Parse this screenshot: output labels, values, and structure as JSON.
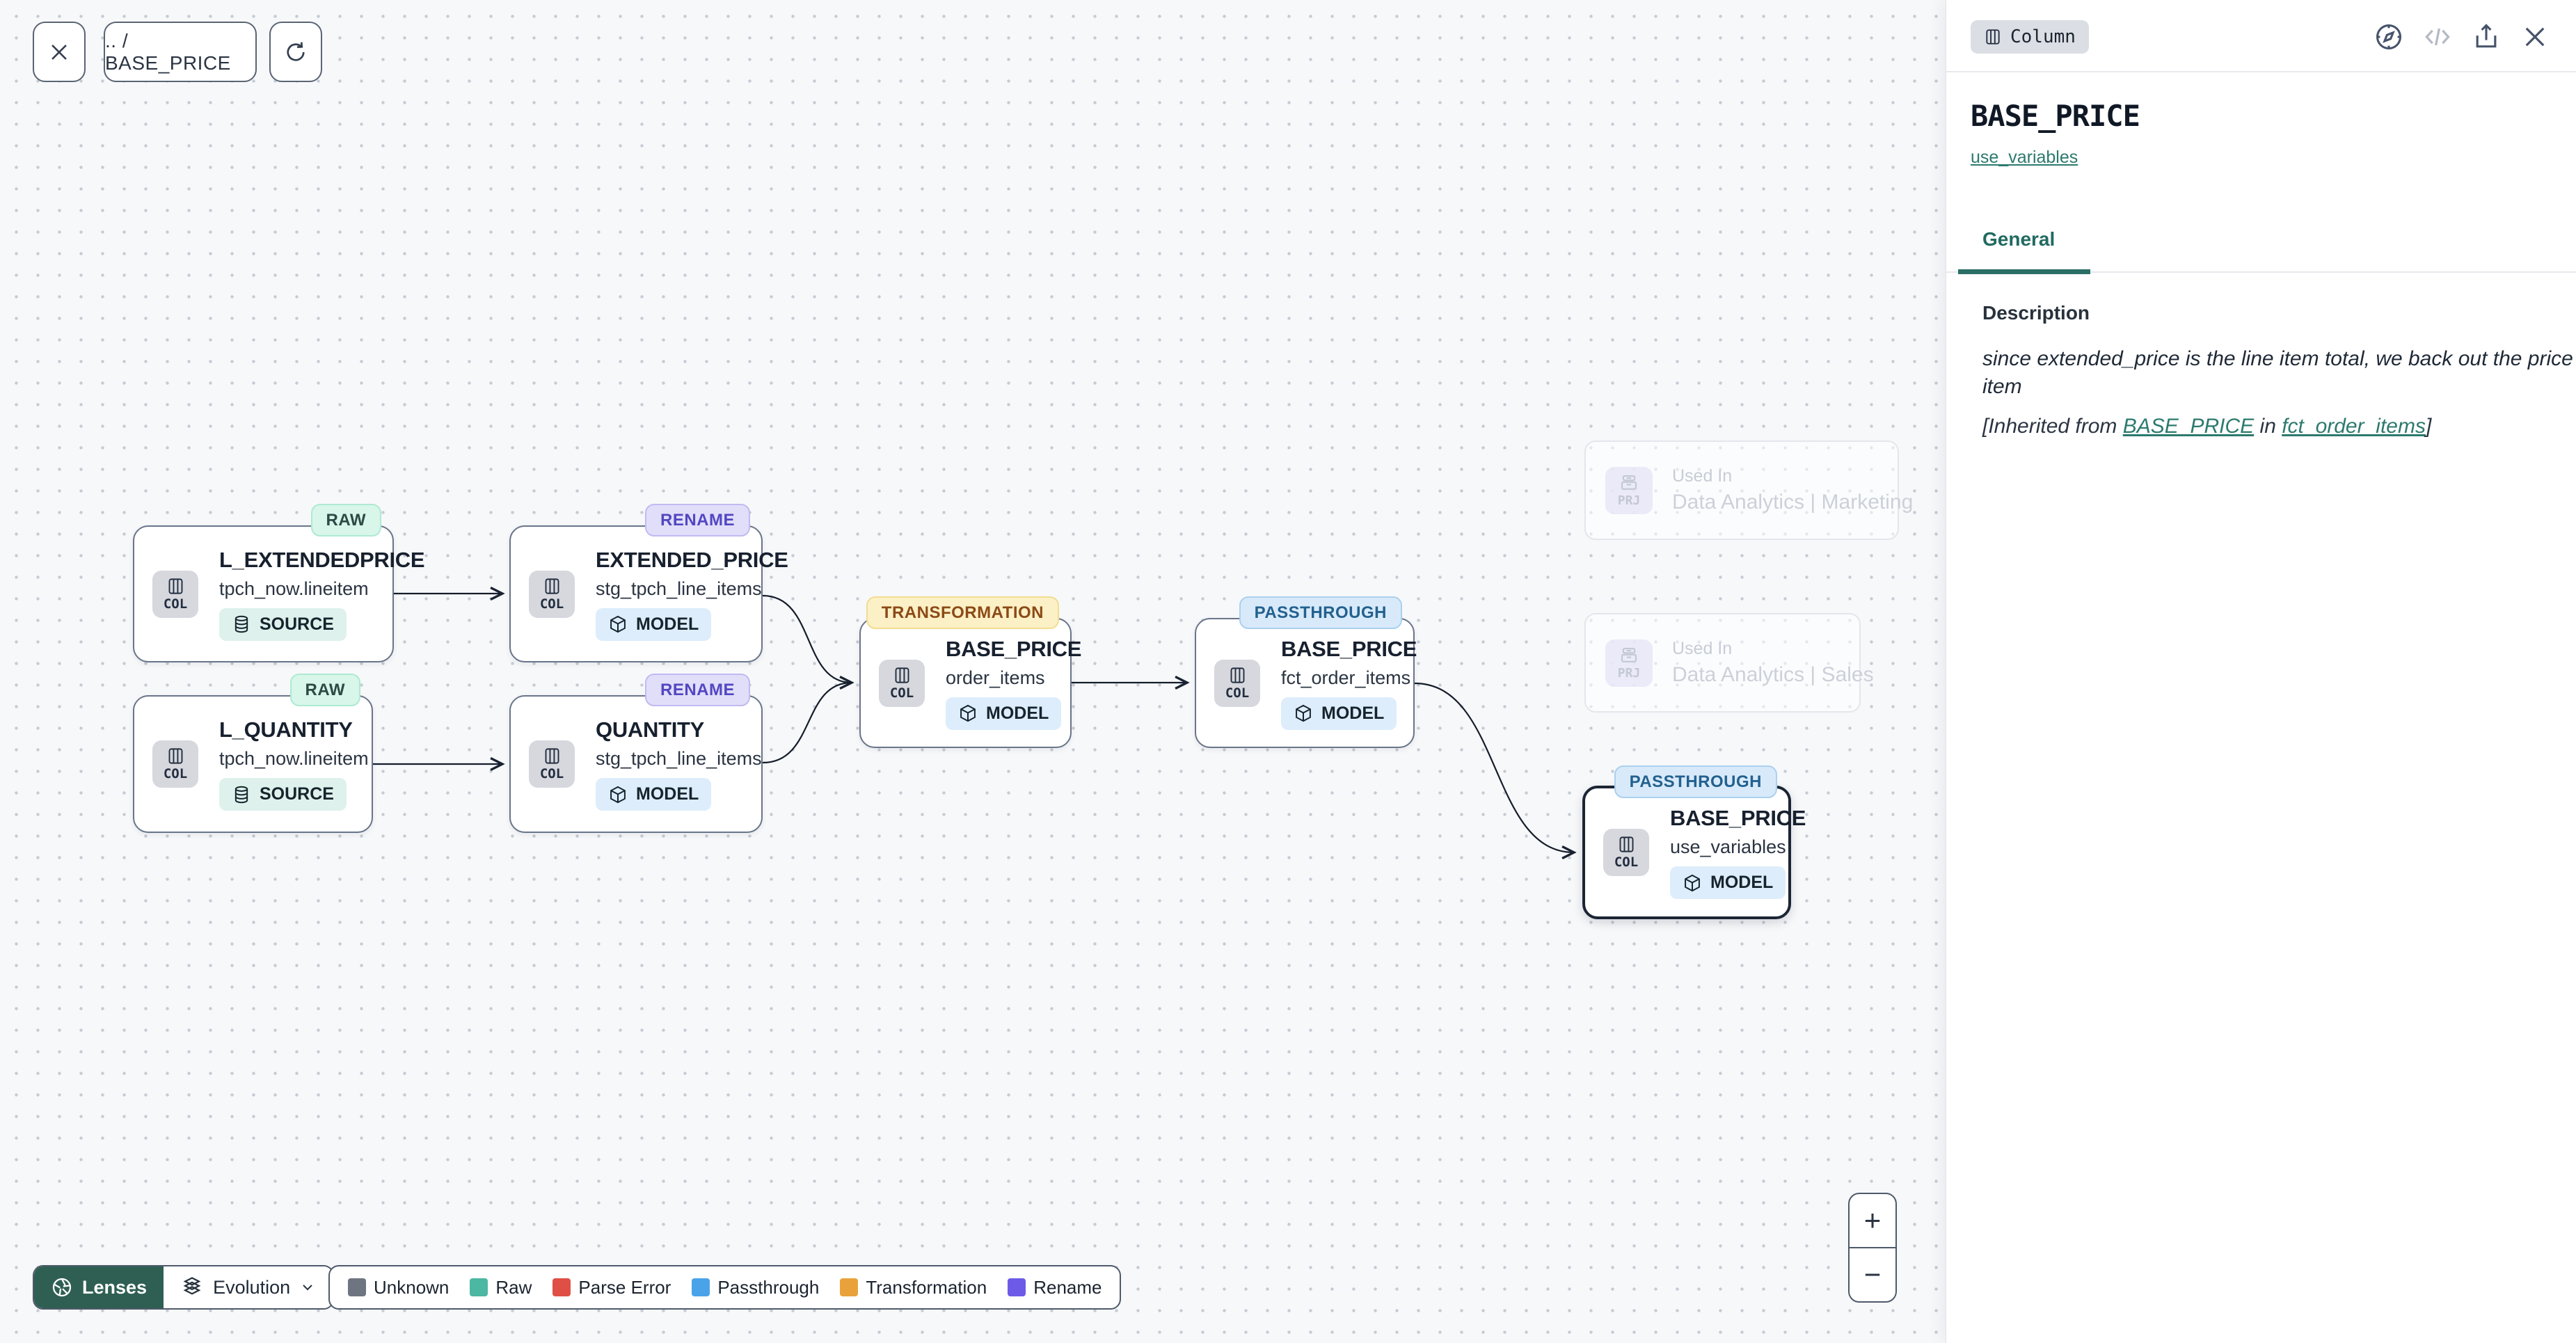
{
  "toolbar": {
    "breadcrumb": ".. / BASE_PRICE"
  },
  "panel": {
    "type_badge": "Column",
    "title": "BASE_PRICE",
    "subtitle_link": "use_variables",
    "tabs": [
      {
        "label": "General",
        "active": true
      }
    ],
    "description_label": "Description",
    "description": "since extended_price is the line item total, we back out the price per item",
    "inherited": {
      "prefix": "[Inherited from ",
      "column_link": "BASE_PRICE",
      "middle": " in ",
      "model_link": "fct_order_items",
      "suffix": "]"
    }
  },
  "nodes": [
    {
      "title": "L_EXTENDEDPRICE",
      "subtitle": "tpch_now.lineitem",
      "lens": "RAW",
      "type": "SOURCE",
      "chip": "COL",
      "selected": false
    },
    {
      "title": "EXTENDED_PRICE",
      "subtitle": "stg_tpch_line_items",
      "lens": "RENAME",
      "type": "MODEL",
      "chip": "COL",
      "selected": false
    },
    {
      "title": "L_QUANTITY",
      "subtitle": "tpch_now.lineitem",
      "lens": "RAW",
      "type": "SOURCE",
      "chip": "COL",
      "selected": false
    },
    {
      "title": "QUANTITY",
      "subtitle": "stg_tpch_line_items",
      "lens": "RENAME",
      "type": "MODEL",
      "chip": "COL",
      "selected": false
    },
    {
      "title": "BASE_PRICE",
      "subtitle": "order_items",
      "lens": "TRANSFORMATION",
      "type": "MODEL",
      "chip": "COL",
      "selected": false
    },
    {
      "title": "BASE_PRICE",
      "subtitle": "fct_order_items",
      "lens": "PASSTHROUGH",
      "type": "MODEL",
      "chip": "COL",
      "selected": false
    },
    {
      "title": "BASE_PRICE",
      "subtitle": "use_variables",
      "lens": "PASSTHROUGH",
      "type": "MODEL",
      "chip": "COL",
      "selected": true
    }
  ],
  "used_in": [
    {
      "chip": "PRJ",
      "label": "Used In",
      "name": "Data Analytics | Marketing"
    },
    {
      "chip": "PRJ",
      "label": "Used In",
      "name": "Data Analytics | Sales"
    }
  ],
  "lenses": {
    "button": "Lenses",
    "selected": "Evolution"
  },
  "legend": {
    "items": [
      {
        "label": "Unknown",
        "color": "#6e7480"
      },
      {
        "label": "Raw",
        "color": "#4cb7a2"
      },
      {
        "label": "Parse Error",
        "color": "#df4f45"
      },
      {
        "label": "Passthrough",
        "color": "#4aa3e9"
      },
      {
        "label": "Transformation",
        "color": "#e9a23b"
      },
      {
        "label": "Rename",
        "color": "#6d5be8"
      }
    ]
  },
  "zoom": {
    "in": "+",
    "out": "−"
  },
  "icons": {
    "close-icon": "✕",
    "refresh-icon": "↻",
    "column-icon": "columns-rect",
    "database-icon": "db-cylinder",
    "model-icon": "cube",
    "project-icon": "archive",
    "lenses-icon": "aperture",
    "evolution-icon": "layers-3d",
    "chevron-down-icon": "⌄",
    "compass-icon": "compass",
    "code-icon": "</>",
    "share-icon": "export-arrow",
    "zoom-in-icon": "+",
    "zoom-out-icon": "−"
  },
  "colors": {
    "accent_teal": "#2c7a6e",
    "lenses_button_bg": "#2f5f53",
    "canvas_bg": "#f7f8fa",
    "node_border": "#69758a",
    "selected_border": "#1b2534",
    "raw_badge_bg": "#d8f6e9",
    "rename_badge_bg": "#e1def9",
    "transformation_badge_bg": "#fcf0c6",
    "passthrough_badge_bg": "#d8eafa"
  }
}
